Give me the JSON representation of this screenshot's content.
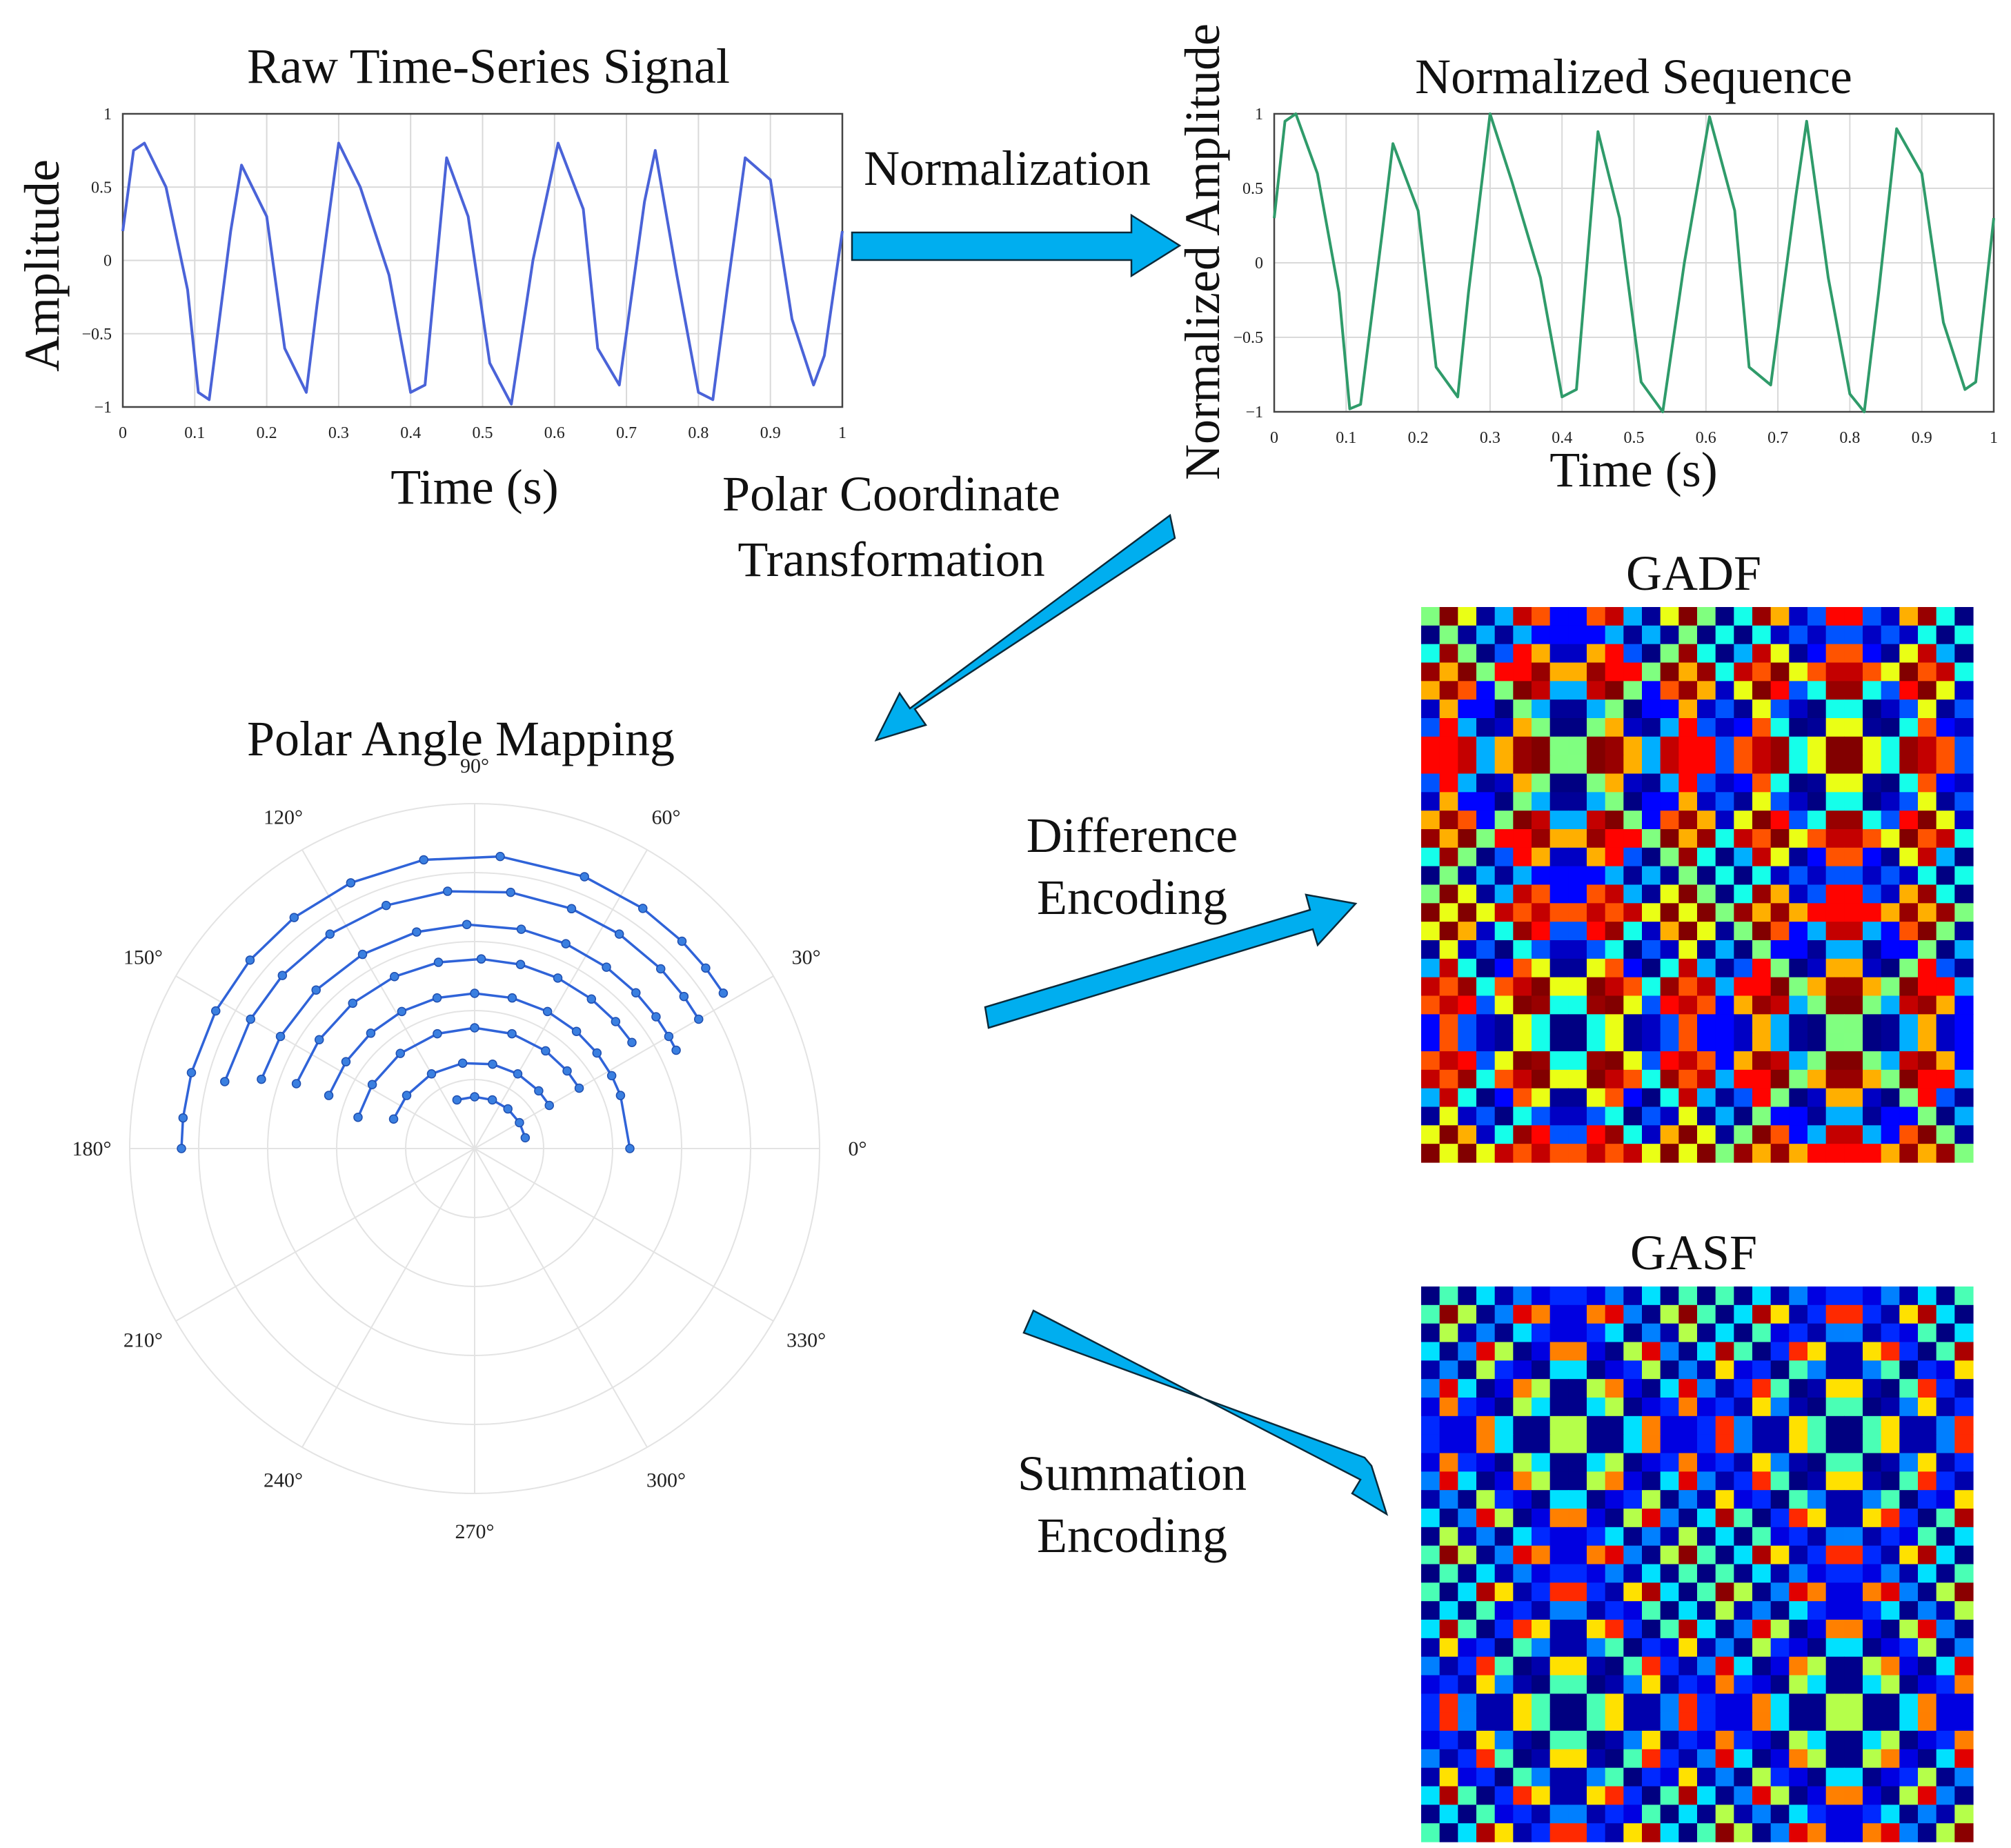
{
  "raw_panel": {
    "title": "Raw Time-Series Signal",
    "xlabel": "Time (s)",
    "ylabel": "Amplitude",
    "line_color": "#4a63d8"
  },
  "norm_panel": {
    "title": "Normalized Sequence",
    "xlabel": "Time (s)",
    "ylabel": "Normalized Amplitude",
    "line_color": "#2f9b6a"
  },
  "x_ticks": [
    "0",
    "0.1",
    "0.2",
    "0.3",
    "0.4",
    "0.5",
    "0.6",
    "0.7",
    "0.8",
    "0.9",
    "1"
  ],
  "y_ticks": [
    "1",
    "0.5",
    "0",
    "−0.5",
    "−1"
  ],
  "polar_panel": {
    "title": "Polar Angle Mapping",
    "angle_labels": [
      "0°",
      "30°",
      "60°",
      "90°",
      "120°",
      "150°",
      "180°",
      "210°",
      "240°",
      "270°",
      "300°",
      "330°"
    ],
    "marker_color": "#3a7fe0",
    "line_color": "#2f63d8"
  },
  "gadf_panel": {
    "title": "GADF"
  },
  "gasf_panel": {
    "title": "GASF"
  },
  "arrow_labels": {
    "normalization": "Normalization",
    "polar_line1": "Polar Coordinate",
    "polar_line2": "Transformation",
    "difference_line1": "Difference",
    "difference_line2": "Encoding",
    "summation_line1": "Summation",
    "summation_line2": "Encoding"
  },
  "colors": {
    "arrow_fill": "#00aeef",
    "arrow_stroke": "#0b2a3a"
  },
  "chart_data": [
    {
      "type": "line",
      "title": "Raw Time-Series Signal",
      "xlabel": "Time (s)",
      "ylabel": "Amplitude",
      "xlim": [
        0,
        1
      ],
      "ylim": [
        -1,
        1
      ],
      "grid": true,
      "x": [
        0,
        0.015,
        0.03,
        0.06,
        0.09,
        0.105,
        0.12,
        0.15,
        0.165,
        0.2,
        0.225,
        0.255,
        0.27,
        0.3,
        0.33,
        0.37,
        0.4,
        0.42,
        0.45,
        0.48,
        0.51,
        0.54,
        0.57,
        0.605,
        0.64,
        0.66,
        0.69,
        0.725,
        0.74,
        0.77,
        0.8,
        0.82,
        0.84,
        0.865,
        0.9,
        0.93,
        0.96,
        0.975,
        1.0
      ],
      "y": [
        0.2,
        0.75,
        0.8,
        0.5,
        -0.2,
        -0.9,
        -0.95,
        0.2,
        0.65,
        0.3,
        -0.6,
        -0.9,
        -0.3,
        0.8,
        0.5,
        -0.1,
        -0.9,
        -0.85,
        0.7,
        0.3,
        -0.7,
        -0.98,
        0.0,
        0.8,
        0.35,
        -0.6,
        -0.85,
        0.4,
        0.75,
        -0.1,
        -0.9,
        -0.95,
        -0.2,
        0.7,
        0.55,
        -0.4,
        -0.85,
        -0.65,
        0.2
      ]
    },
    {
      "type": "line",
      "title": "Normalized Sequence",
      "xlabel": "Time (s)",
      "ylabel": "Normalized Amplitude",
      "xlim": [
        0,
        1
      ],
      "ylim": [
        -1,
        1
      ],
      "grid": true,
      "x": [
        0,
        0.015,
        0.03,
        0.06,
        0.09,
        0.105,
        0.12,
        0.15,
        0.165,
        0.2,
        0.225,
        0.255,
        0.27,
        0.3,
        0.33,
        0.37,
        0.4,
        0.42,
        0.45,
        0.48,
        0.51,
        0.54,
        0.57,
        0.605,
        0.64,
        0.66,
        0.69,
        0.725,
        0.74,
        0.77,
        0.8,
        0.82,
        0.84,
        0.865,
        0.9,
        0.93,
        0.96,
        0.975,
        1.0
      ],
      "y": [
        0.3,
        0.95,
        1.0,
        0.6,
        -0.2,
        -0.98,
        -0.95,
        0.2,
        0.8,
        0.35,
        -0.7,
        -0.9,
        -0.2,
        1.0,
        0.55,
        -0.1,
        -0.9,
        -0.85,
        0.88,
        0.3,
        -0.8,
        -1.0,
        0.0,
        0.98,
        0.35,
        -0.7,
        -0.82,
        0.45,
        0.95,
        -0.1,
        -0.88,
        -1.0,
        -0.2,
        0.9,
        0.6,
        -0.4,
        -0.85,
        -0.8,
        0.3
      ]
    },
    {
      "type": "scatter",
      "title": "Polar Angle Mapping",
      "coordinates": "polar",
      "angle_unit": "degrees",
      "theta_range": [
        0,
        180
      ],
      "rings": [
        {
          "r": 0.85,
          "theta": [
            180,
            174,
            165,
            152,
            140,
            128,
            115,
            100,
            85,
            68,
            55,
            45,
            38,
            32
          ]
        },
        {
          "r": 0.75,
          "theta": [
            165,
            150,
            138,
            124,
            110,
            96,
            82,
            68,
            56,
            44,
            36,
            30
          ]
        },
        {
          "r": 0.65,
          "theta": [
            162,
            150,
            135,
            120,
            105,
            92,
            78,
            66,
            54,
            44,
            36,
            30,
            26
          ]
        },
        {
          "r": 0.55,
          "theta": [
            160,
            145,
            130,
            115,
            101,
            88,
            76,
            64,
            52,
            42,
            34
          ]
        },
        {
          "r": 0.45,
          "theta": [
            160,
            146,
            132,
            118,
            104,
            90,
            76,
            62,
            49,
            38,
            28,
            20,
            0
          ]
        },
        {
          "r": 0.35,
          "theta": [
            165,
            148,
            128,
            108,
            90,
            72,
            54,
            40,
            30
          ]
        },
        {
          "r": 0.25,
          "theta": [
            160,
            142,
            120,
            98,
            78,
            60,
            42,
            30
          ]
        },
        {
          "r": 0.15,
          "theta": [
            110,
            90,
            70,
            50,
            30,
            12
          ]
        }
      ]
    },
    {
      "type": "heatmap",
      "title": "GADF",
      "grid_size": 30,
      "colormap": "jet",
      "matrix": "sin(phi_i − phi_j), phi = arccos(normalized sequence)"
    },
    {
      "type": "heatmap",
      "title": "GASF",
      "grid_size": 30,
      "colormap": "jet",
      "matrix": "cos(phi_i + phi_j), phi = arccos(normalized sequence)"
    }
  ]
}
